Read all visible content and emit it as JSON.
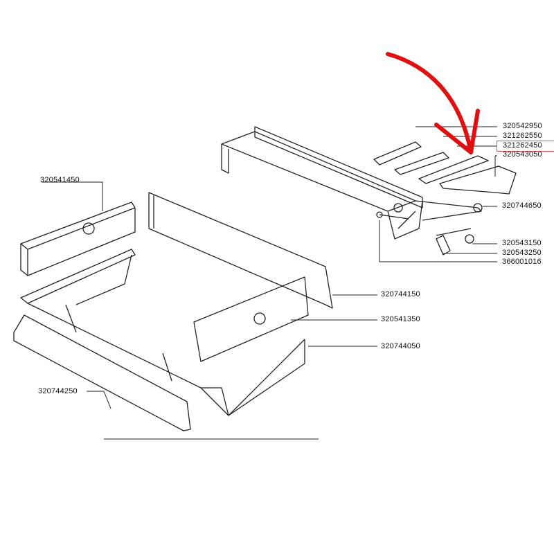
{
  "parts": [
    {
      "id": "p1",
      "number": "320542950"
    },
    {
      "id": "p2",
      "number": "321262550"
    },
    {
      "id": "p3",
      "number": "321262450",
      "highlighted": true
    },
    {
      "id": "p4",
      "number": "320543050"
    },
    {
      "id": "p5",
      "number": "320744650"
    },
    {
      "id": "p6",
      "number": "320543150"
    },
    {
      "id": "p7",
      "number": "320543250"
    },
    {
      "id": "p8",
      "number": "366001016"
    },
    {
      "id": "p9",
      "number": "320541450"
    },
    {
      "id": "p10",
      "number": "320744150"
    },
    {
      "id": "p11",
      "number": "320541350"
    },
    {
      "id": "p12",
      "number": "320744050"
    },
    {
      "id": "p13",
      "number": "320744250"
    }
  ],
  "colors": {
    "highlight_box": "#e05050",
    "arrow": "#e01010",
    "lines": "#222222"
  }
}
